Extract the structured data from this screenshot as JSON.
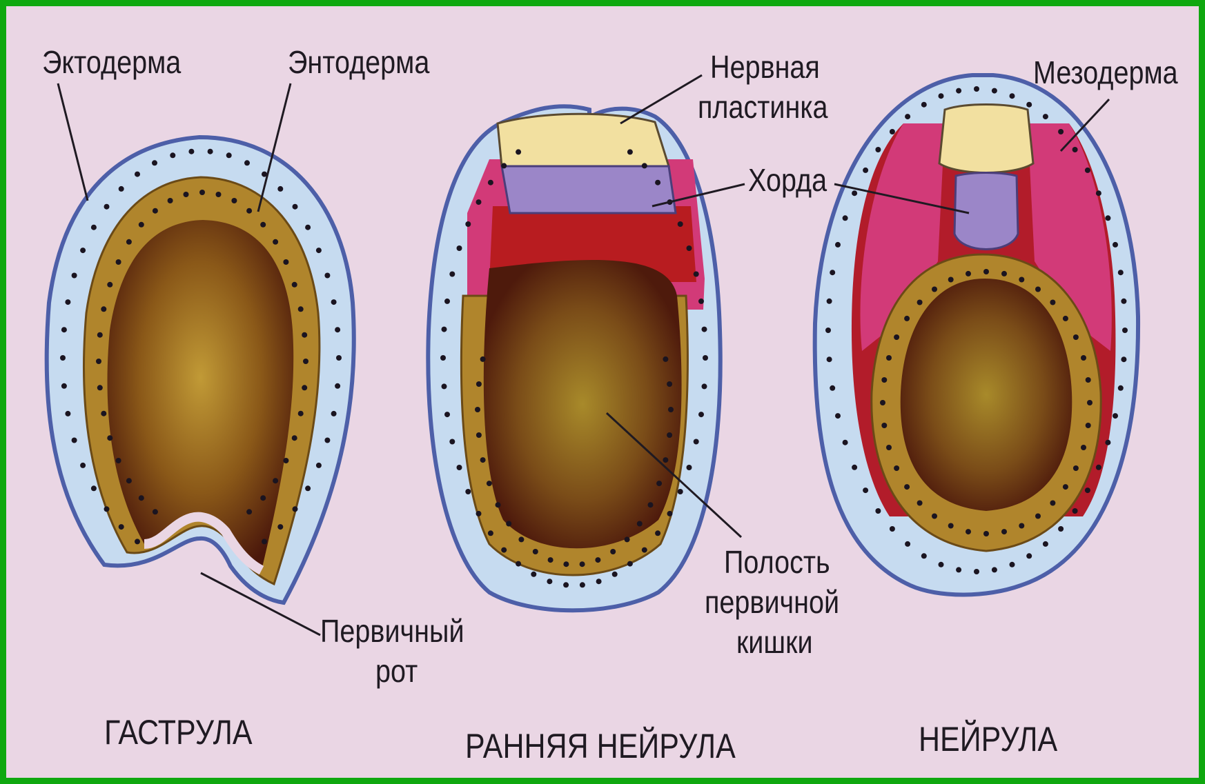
{
  "labels": {
    "ectoderm": "Эктодерма",
    "endoderm": "Энтодерма",
    "neural_plate_line1": "Нервная",
    "neural_plate_line2": "пластинка",
    "mesoderm": "Мезодерма",
    "chord": "Хорда",
    "gut_cavity_line1": "Полость",
    "gut_cavity_line2": "первичной",
    "gut_cavity_line3": "кишки",
    "primary_mouth_line1": "Первичный",
    "primary_mouth_line2": "рот"
  },
  "captions": {
    "gastrula": "ГАСТРУЛА",
    "early_neurula": "РАННЯЯ НЕЙРУЛА",
    "neurula": "НЕЙРУЛА"
  },
  "colors": {
    "frame_green": "#0fa80f",
    "background": "#ead6e4",
    "ectoderm_blue": "#c6dbf0",
    "ectoderm_outline": "#4d5fa8",
    "endoderm_ochre": "#b0852c",
    "gut_cavity_brown": "#5d1e0d",
    "neural_plate_cream": "#f2e0a0",
    "chord_violet": "#9b86c8",
    "mesoderm_red": "#b21c2a",
    "mesoderm_magenta": "#d23a78"
  }
}
